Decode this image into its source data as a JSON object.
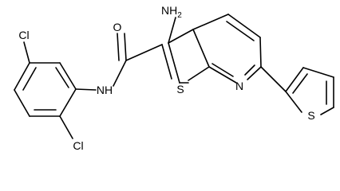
{
  "molecule": {
    "atom_labels": {
      "amine": "NH",
      "amine_subscript": "2",
      "carbonyl_oxygen": "O",
      "amide_nitrogen": "NH",
      "thienopyridine_sulfur": "S",
      "pyridine_nitrogen": "N",
      "thiophene_sulfur": "S",
      "chlorine_top": "Cl",
      "chlorine_bottom": "Cl"
    }
  }
}
